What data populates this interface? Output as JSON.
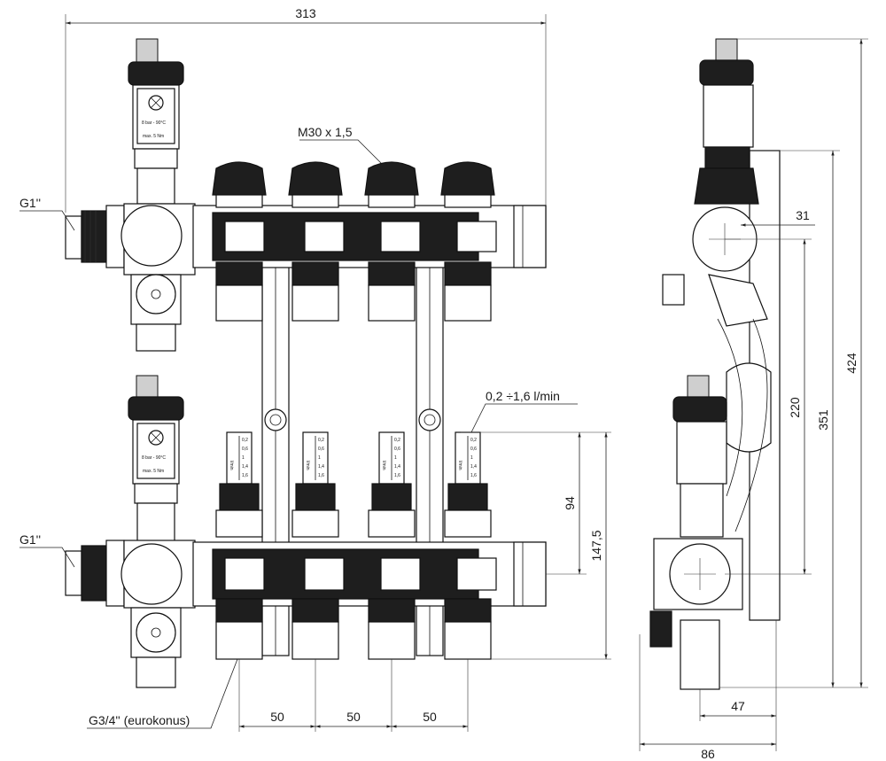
{
  "dimensions": {
    "overall_width": "313",
    "overall_height": "424",
    "height_351": "351",
    "manifold_spacing": "220",
    "offset_31": "31",
    "flowmeter_94": "94",
    "height_147": "147,5",
    "spacing_1": "50",
    "spacing_2": "50",
    "spacing_3": "50",
    "depth_47": "47",
    "depth_86": "86"
  },
  "labels": {
    "thread_top": "M30 x 1,5",
    "inlet_top": "G1''",
    "inlet_bottom": "G1''",
    "flow_range": "0,2 ÷1,6 l/min",
    "outlet": "G3/4'' (eurokonus)"
  },
  "vent_marking": {
    "line1": "8 bar - 90°C",
    "line2": "max. 5 Nm"
  },
  "flowmeter_scale": [
    "0,2",
    "0,6",
    "1",
    "1,4",
    "1,6"
  ],
  "flowmeter_unit": "l/min"
}
